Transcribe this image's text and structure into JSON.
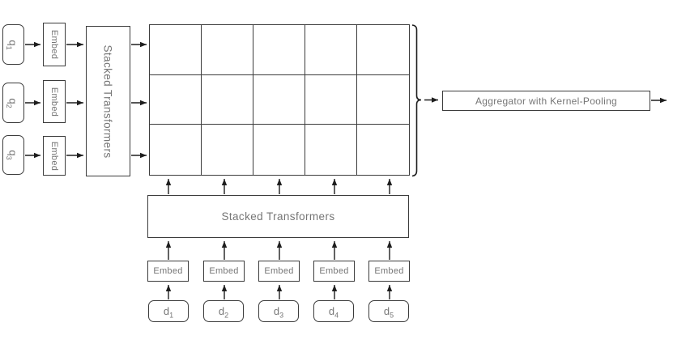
{
  "colors": {
    "background": "#ffffff",
    "box_border": "#3c3c3c",
    "line": "#1e1e1e",
    "text": "#767676"
  },
  "query_branch": {
    "inputs": [
      {
        "base": "q",
        "sub": "1"
      },
      {
        "base": "q",
        "sub": "2"
      },
      {
        "base": "q",
        "sub": "3"
      }
    ],
    "embed_labels": [
      "Embed",
      "Embed",
      "Embed"
    ],
    "encoder_label": "Stacked Transformers"
  },
  "document_branch": {
    "inputs": [
      {
        "base": "d",
        "sub": "1"
      },
      {
        "base": "d",
        "sub": "2"
      },
      {
        "base": "d",
        "sub": "3"
      },
      {
        "base": "d",
        "sub": "4"
      },
      {
        "base": "d",
        "sub": "5"
      }
    ],
    "embed_labels": [
      "Embed",
      "Embed",
      "Embed",
      "Embed",
      "Embed"
    ],
    "encoder_label": "Stacked Transformers"
  },
  "interaction_grid": {
    "rows": 3,
    "cols": 5
  },
  "aggregator": {
    "label": "Aggregator with Kernel-Pooling"
  }
}
